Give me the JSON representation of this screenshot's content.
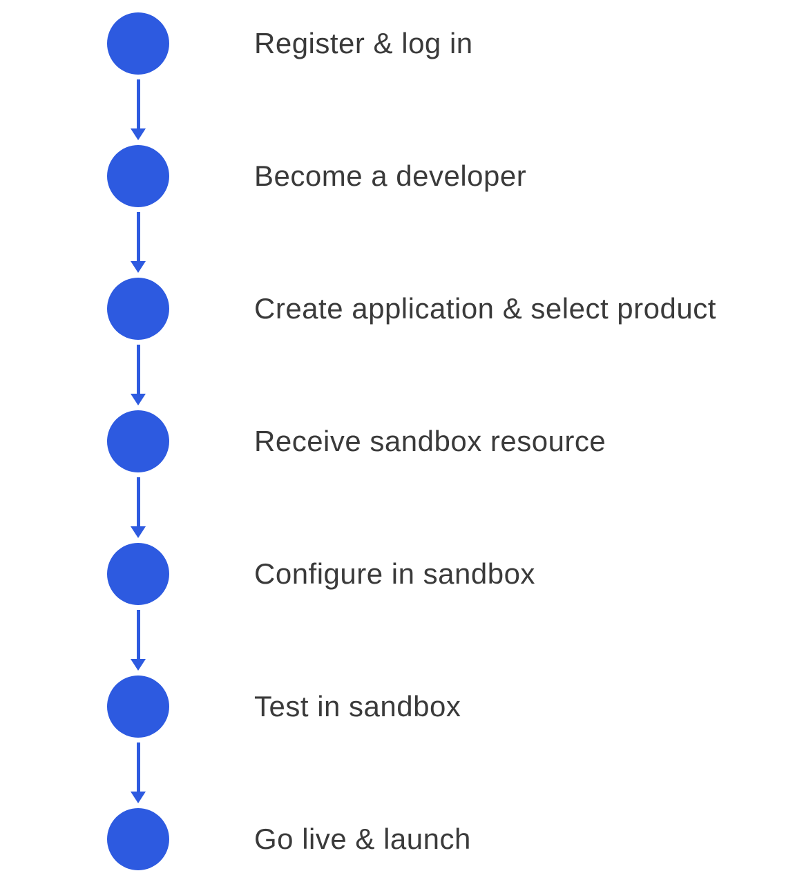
{
  "diagram": {
    "type": "vertical-flowchart",
    "accent_color": "#2d5ae0",
    "text_color": "#3a3a3a",
    "background_color": "#ffffff",
    "steps": [
      {
        "label": "Register & log in"
      },
      {
        "label": "Become a developer"
      },
      {
        "label": "Create application & select product"
      },
      {
        "label": "Receive sandbox resource"
      },
      {
        "label": "Configure in sandbox"
      },
      {
        "label": "Test in sandbox"
      },
      {
        "label": "Go live & launch"
      }
    ]
  }
}
